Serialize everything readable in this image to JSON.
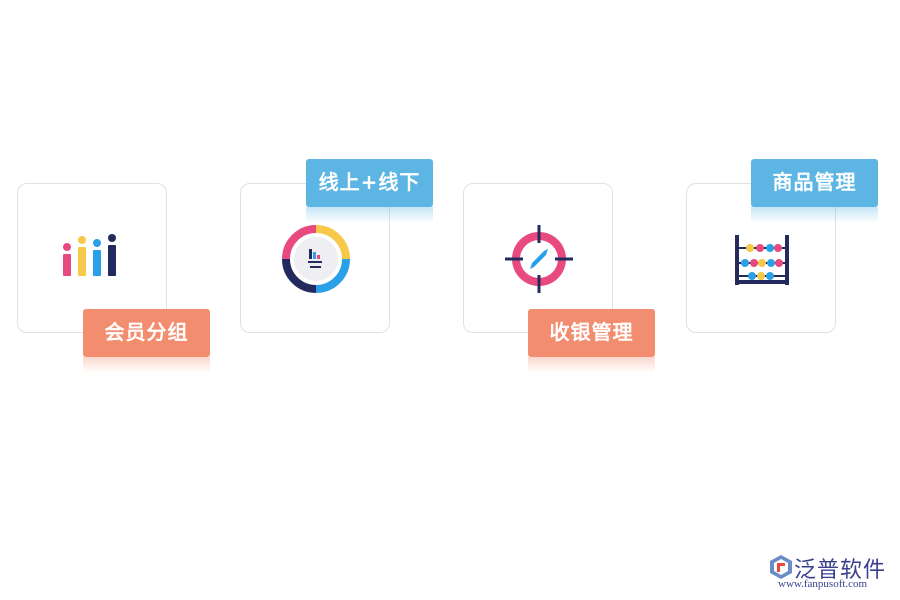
{
  "cards": [
    {
      "label": "会员分组",
      "icon": "member-group-bar-people-icon"
    },
    {
      "label": "线上+线下",
      "icon": "online-offline-chart-dial-icon"
    },
    {
      "label": "收银管理",
      "icon": "cashier-target-compass-icon"
    },
    {
      "label": "商品管理",
      "icon": "abacus-icon"
    }
  ],
  "colors": {
    "tag_blue": "#5db5e4",
    "tag_orange": "#f28d70",
    "icon_navy": "#232a5e",
    "icon_pink": "#e84a7f",
    "icon_yellow": "#f7c948",
    "icon_blue": "#2aa0e8"
  },
  "watermark": {
    "name": "泛普软件",
    "url": "www.fanpusoft.com"
  }
}
